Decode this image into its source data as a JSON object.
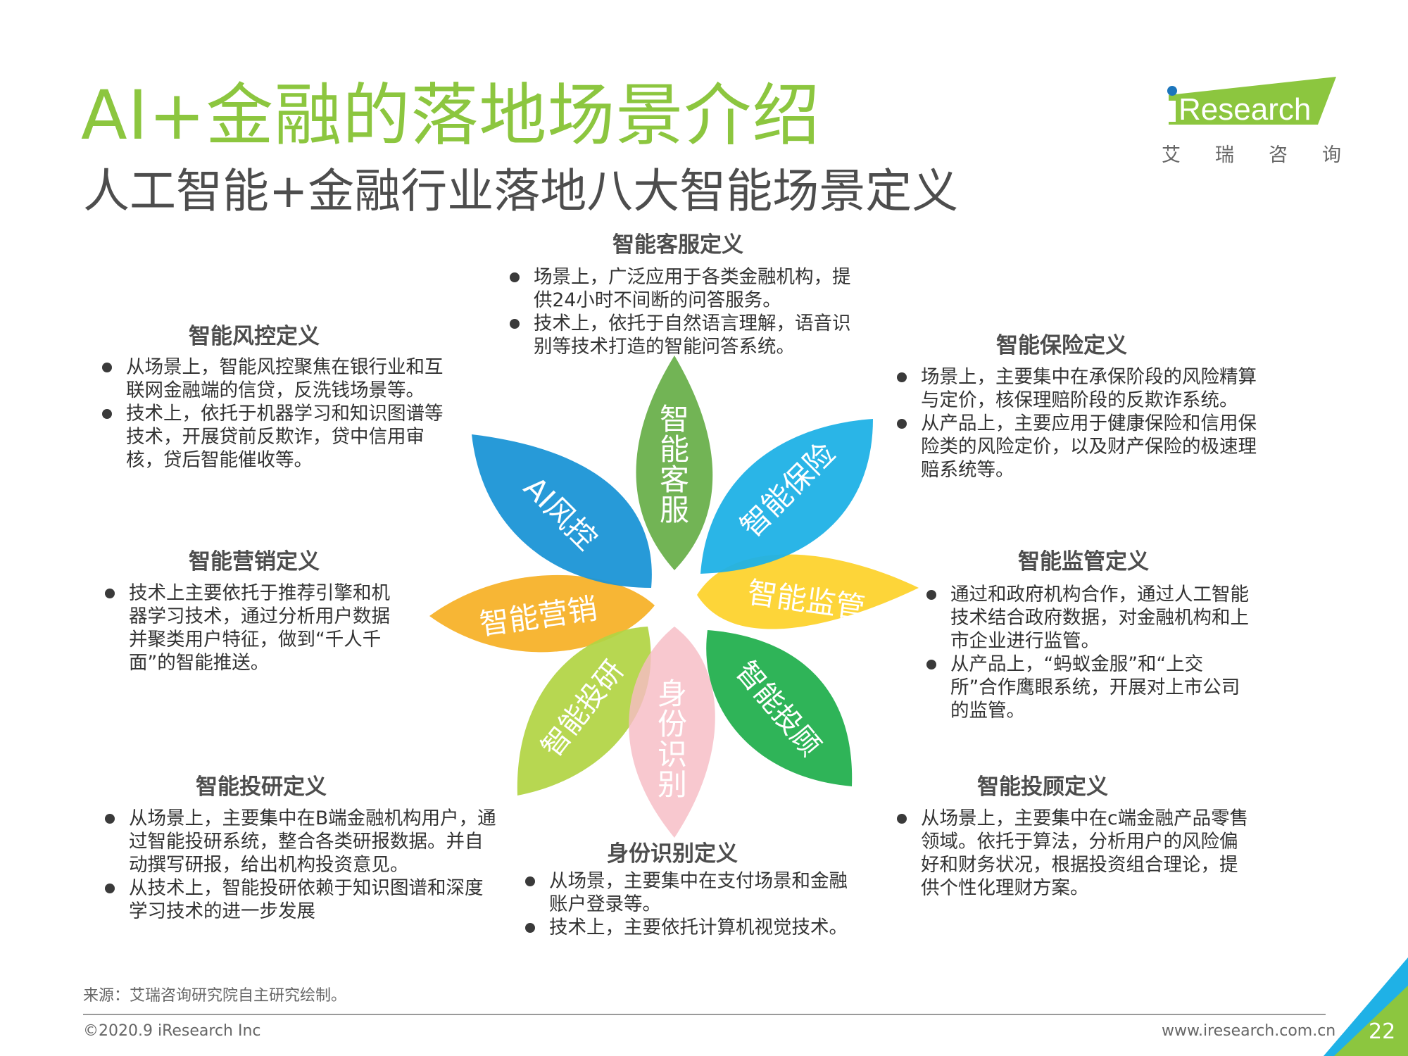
{
  "header": {
    "title": "AI+金融的落地场景介绍",
    "subtitle": "人工智能+金融行业落地八大智能场景定义"
  },
  "logo": {
    "text": "Research",
    "cn": [
      "艾",
      "瑞",
      "咨",
      "询"
    ],
    "colors": {
      "green": "#8cc63f",
      "blue": "#1c75bc"
    }
  },
  "sections": {
    "kefu": {
      "title": "智能客服定义",
      "items": [
        "场景上，广泛应用于各类金融机构，提供24小时不间断的问答服务。",
        "技术上，依托于自然语言理解，语音识别等技术打造的智能问答系统。"
      ]
    },
    "fengkong": {
      "title": "智能风控定义",
      "items": [
        "从场景上，智能风控聚焦在银行业和互联网金融端的信贷，反洗钱场景等。",
        "技术上，依托于机器学习和知识图谱等技术，开展贷前反欺诈，贷中信用审核，贷后智能催收等。"
      ]
    },
    "baoxian": {
      "title": "智能保险定义",
      "items": [
        "场景上，主要集中在承保阶段的风险精算与定价，核保理赔阶段的反欺诈系统。",
        "从产品上，主要应用于健康保险和信用保险类的风险定价，以及财产保险的极速理赔系统等。"
      ]
    },
    "yingxiao": {
      "title": "智能营销定义",
      "items": [
        "技术上主要依托于推荐引擎和机器学习技术，通过分析用户数据并聚类用户特征，做到“千人千面”的智能推送。"
      ]
    },
    "jianguan": {
      "title": "智能监管定义",
      "items": [
        "通过和政府机构合作，通过人工智能技术结合政府数据，对金融机构和上市企业进行监管。",
        "从产品上，“蚂蚁金服”和“上交所”合作鹰眼系统，开展对上市公司的监管。"
      ]
    },
    "touyan": {
      "title": "智能投研定义",
      "items": [
        "从场景上，主要集中在B端金融机构用户，通过智能投研系统，整合各类研报数据。并自动撰写研报，给出机构投资意见。",
        "从技术上，智能投研依赖于知识图谱和深度学习技术的进一步发展"
      ]
    },
    "shenfen": {
      "title": "身份识别定义",
      "items": [
        "从场景，主要集中在支付场景和金融账户登录等。",
        "技术上，主要依托计算机视觉技术。"
      ]
    },
    "tougu": {
      "title": "智能投顾定义",
      "items": [
        "从场景上，主要集中在c端金融产品零售领域。依托于算法，分析用户的风险偏好和财务状况，根据投资组合理论，提供个性化理财方案。"
      ]
    }
  },
  "petals": {
    "kefu": {
      "label": "智能客服",
      "color": "#6ab04c"
    },
    "baoxian": {
      "label": "智能保险",
      "color": "#1fb1e6"
    },
    "fengkong": {
      "label": "AI风控",
      "color": "#1b95d6"
    },
    "yingxiao": {
      "label": "智能营销",
      "color": "#f6b026"
    },
    "jianguan": {
      "label": "智能监管",
      "color": "#fdd22a"
    },
    "touyan": {
      "label": "智能投研",
      "color": "#b1d444"
    },
    "tougu": {
      "label": "智能投顾",
      "color": "#1fae4b"
    },
    "shenfen": {
      "label": "身份识别",
      "color": "#f7bcc5"
    }
  },
  "footer": {
    "source": "来源：艾瑞咨询研究院自主研究绘制。",
    "copyright": "©2020.9 iResearch Inc",
    "url": "www.iresearch.com.cn",
    "page": "22"
  }
}
